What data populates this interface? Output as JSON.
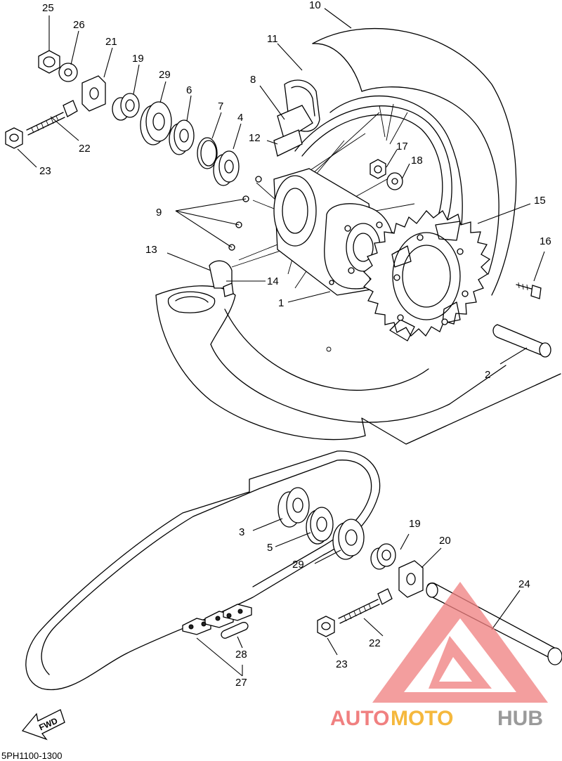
{
  "callouts": [
    "25",
    "26",
    "21",
    "19",
    "29",
    "6",
    "7",
    "4",
    "22",
    "23",
    "10",
    "11",
    "8",
    "12",
    "17",
    "18",
    "9",
    "15",
    "16",
    "13",
    "14",
    "1",
    "2",
    "3",
    "5",
    "29",
    "19",
    "20",
    "24",
    "22",
    "23",
    "28",
    "27"
  ],
  "fwd_label": "FWD",
  "reference_code": "5PH1100-1300",
  "watermark": {
    "part1": "AUTO",
    "part2": "MOTO",
    "part3": "HUB",
    "colors": {
      "auto": "#f08080",
      "moto": "#f5b83d",
      "hub": "#9a9a9a"
    }
  }
}
